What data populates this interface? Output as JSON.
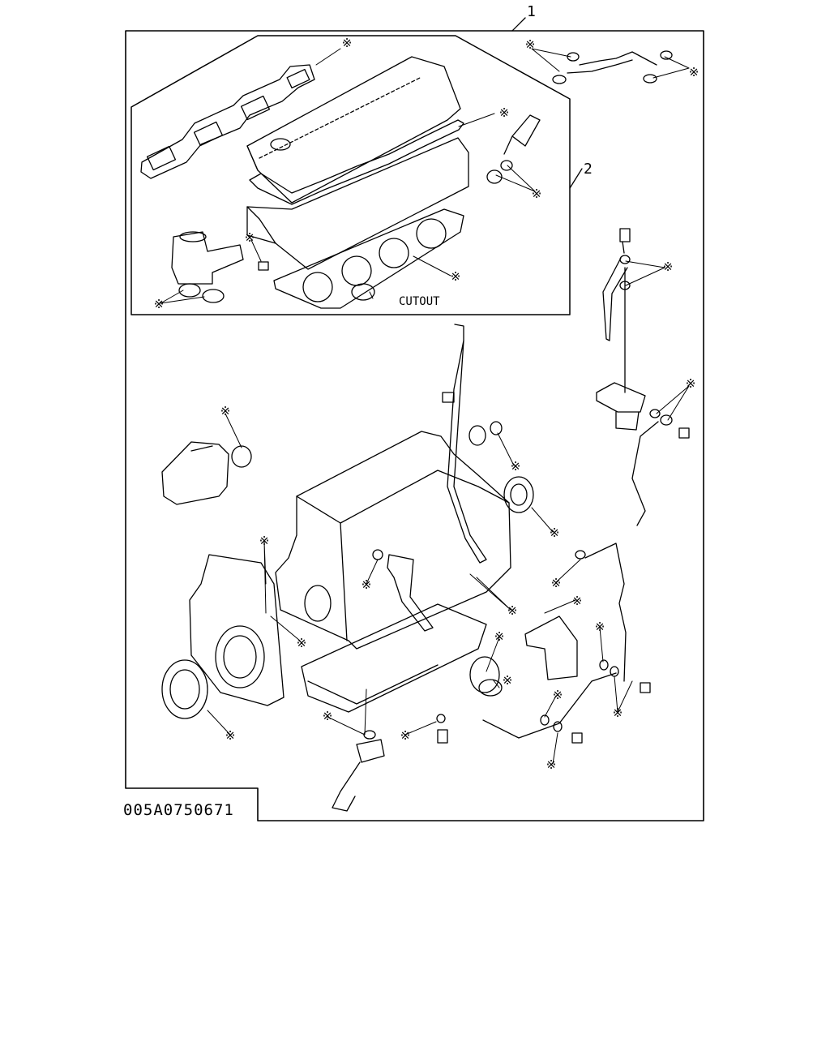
{
  "callouts": {
    "item_1": "1",
    "item_2": "2"
  },
  "cutout_label": "CUTOUT",
  "drawing_number": "005A0750671",
  "kit_marker": "※"
}
